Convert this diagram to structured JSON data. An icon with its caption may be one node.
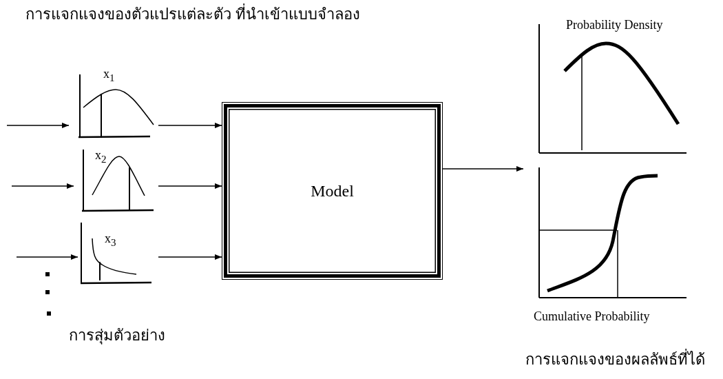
{
  "diagram": {
    "nodes": [
      {
        "text": [
          "x$_{1}$"
        ]
      },
      {
        "text": [
          "x$_{2}$"
        ]
      },
      {
        "text": [
          "x$_{3}$"
        ]
      },
      {
        "text": [
          "Model"
        ]
      },
      {
        "text": [
          "Probability Density"
        ]
      },
      {
        "text": [
          "Cumulative Probability"
        ]
      }
    ],
    "edges": [
      {
        "from": null,
        "to": 0,
        "arrow": "to"
      },
      {
        "from": null,
        "to": 1,
        "arrow": "to"
      },
      {
        "from": null,
        "to": 2,
        "arrow": "to"
      },
      {
        "from": 0,
        "to": 3,
        "arrow": "to"
      },
      {
        "from": 1,
        "to": 3,
        "arrow": "to"
      },
      {
        "from": 2,
        "to": 3,
        "arrow": "to"
      },
      {
        "from": 3,
        "to": 5,
        "arrow": "to"
      }
    ],
    "labels": [
      "การแจกแจงของตัวแปรแต่ละตัว ที่นำเข้าแบบจำลอง",
      "การสุ่มตัวอย่าง",
      "การแจกแจงของผลลัพธ์ที่ได้"
    ]
  }
}
